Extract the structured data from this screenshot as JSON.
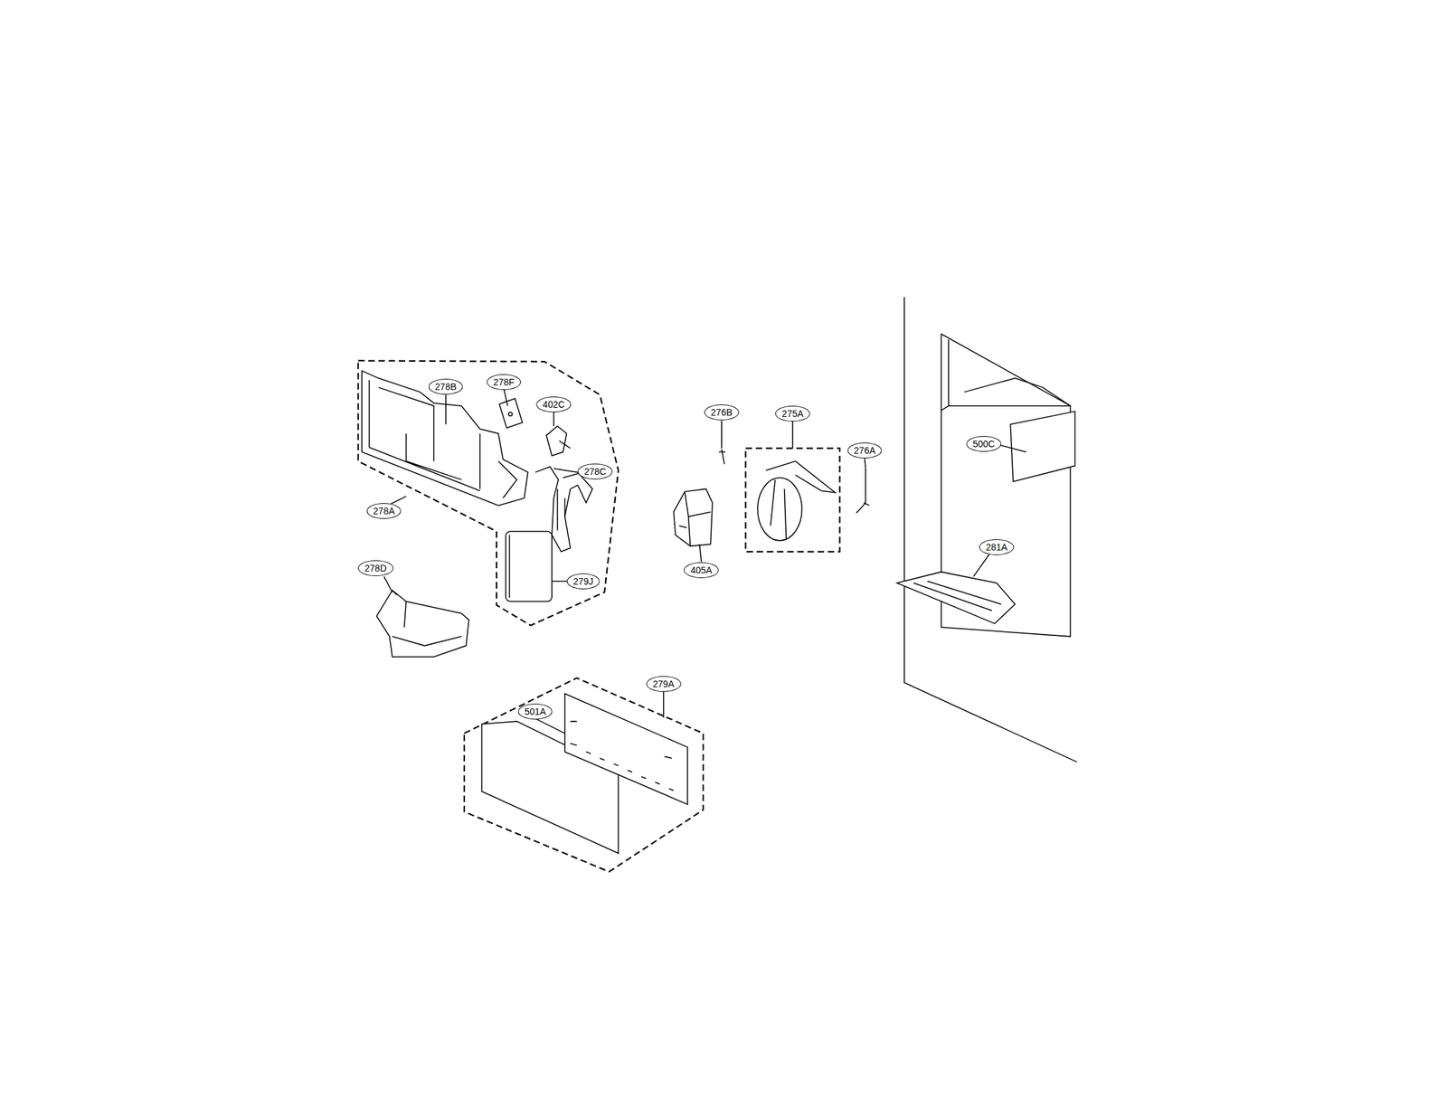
{
  "diagram": {
    "labels": [
      "278B",
      "278F",
      "402C",
      "278C",
      "278A",
      "278D",
      "279J",
      "276B",
      "275A",
      "276A",
      "405A",
      "500C",
      "281A",
      "279A",
      "501A"
    ]
  }
}
